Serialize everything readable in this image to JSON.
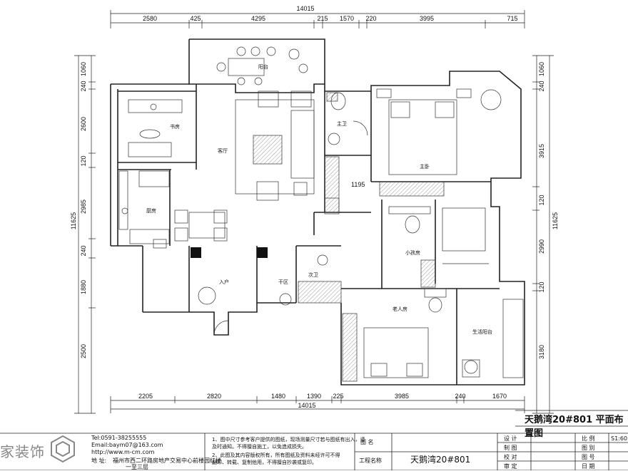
{
  "dimensions": {
    "top_total": "14015",
    "top": [
      "2580",
      "425",
      "4295",
      "215",
      "1570",
      "220",
      "3995",
      "715"
    ],
    "bottom_total": "14015",
    "bottom": [
      "2205",
      "2820",
      "1480",
      "1390",
      "225",
      "3985",
      "240",
      "1670"
    ],
    "left_total": "11625",
    "left": [
      "1060",
      "240",
      "2600",
      "120",
      "2985",
      "240",
      "1880",
      "2500"
    ],
    "right_total": "11625",
    "right": [
      "1060",
      "240",
      "3915",
      "120",
      "2990",
      "120",
      "3180"
    ],
    "mid_1195": "1195"
  },
  "rooms": {
    "shufang": "书房",
    "keting": "客厅",
    "chufang": "厨房",
    "ruhu": "入户",
    "yangtai": "阳台",
    "zhuwei": "主卫",
    "zhuwo": "主卧",
    "xiaowofang": "小孩房",
    "laorenfang": "老人房",
    "ciwei": "次卫",
    "shenghuoyangtai": "生活阳台",
    "xiyi": "干区"
  },
  "plan_title": "天鹅湾20#801  平面布置图",
  "company": {
    "logo_text": "家装饰",
    "tel": "Tel:0591-38255555",
    "email": "Email:baym07@163.com",
    "web": "http://www.m-cm.com",
    "address_label": "地   址:",
    "address": "福州市西二环路房地产交易中心前楼园红楼",
    "address2": "一至三层"
  },
  "notes": {
    "n1": "1、图中尺寸参考客户提供的图纸，现场测量尺寸若与图纸有出入，请",
    "n1b": "   及时通知。不得擅自施工，以免造成损失。",
    "n2": "2、此图及其内容版权所有，所有图纸及资料未经许可不得",
    "n2b": "   翻印、转载、复制他用，不得擅自抄袭或复印。"
  },
  "title_block": {
    "drawing_name_label": "图   名",
    "project_label": "工程名称",
    "project_value": "天鹅湾20#801",
    "design": "设   计",
    "draw": "制   图",
    "check": "校   对",
    "review": "审   定",
    "scale": "比   例",
    "sheet": "图   别",
    "number": "图   号",
    "date": "日   期",
    "scale_value": "S1:60"
  },
  "colors": {
    "line": "#222222",
    "fill": "#111111",
    "hatch": "#666666"
  }
}
